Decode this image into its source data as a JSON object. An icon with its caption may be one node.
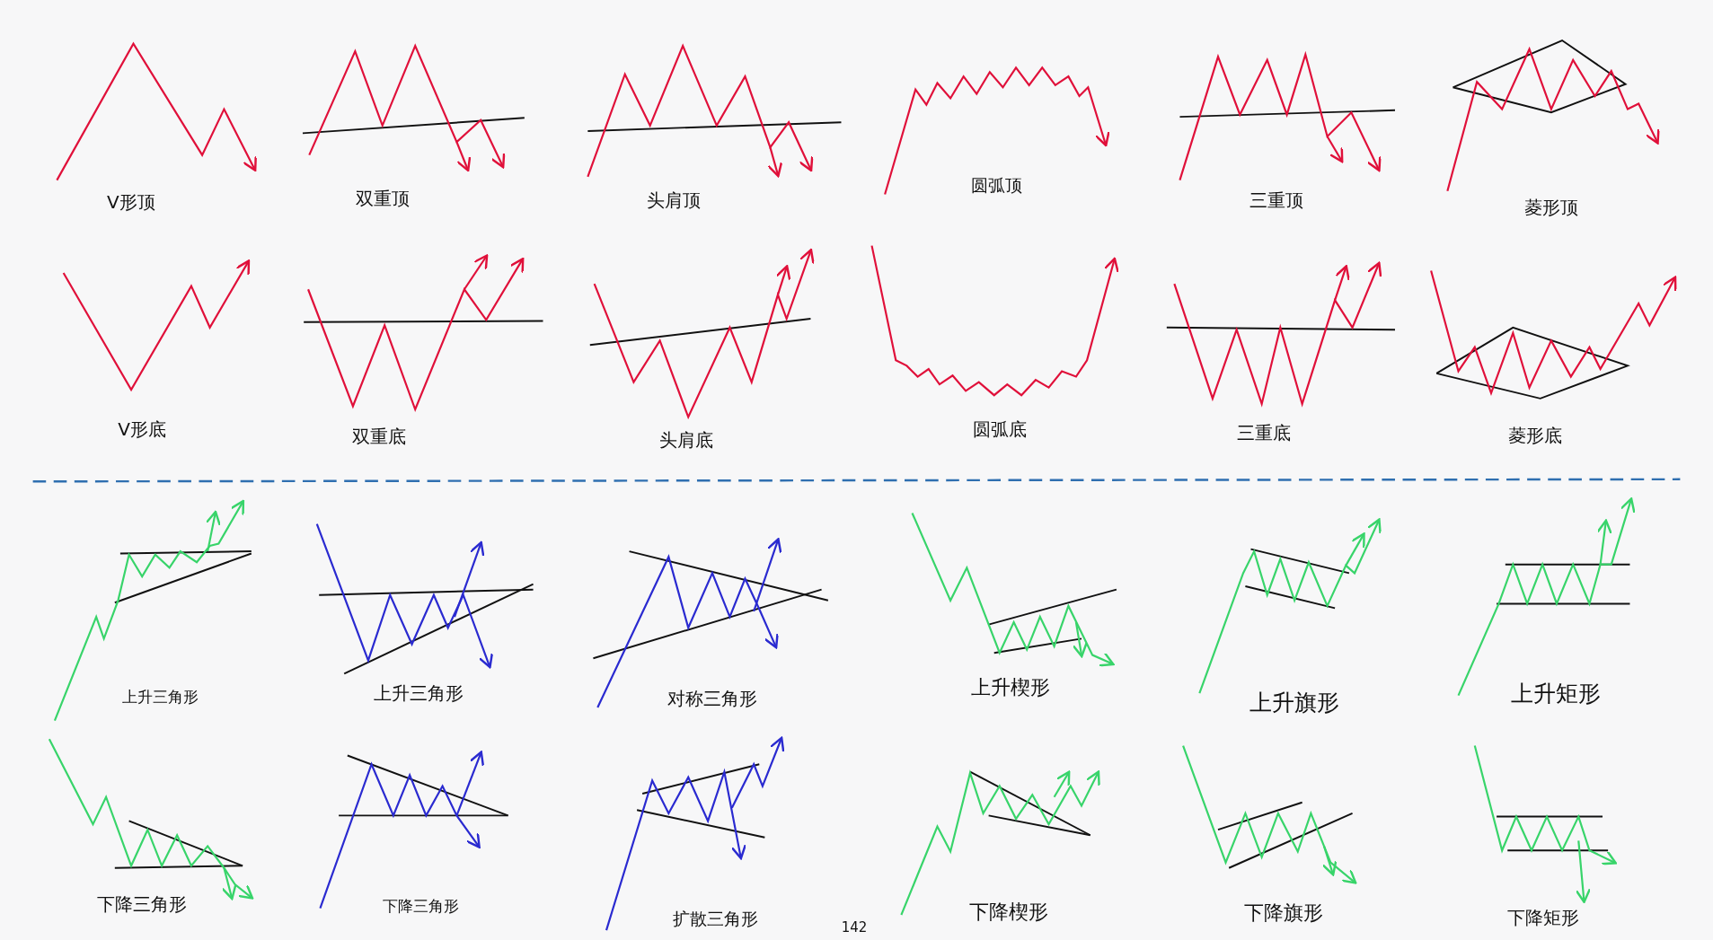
{
  "diagram": {
    "labels": [
      "V形顶",
      "双重顶",
      "头肩顶",
      "圆弧顶",
      "三重顶",
      "菱形顶",
      "V形底",
      "双重底",
      "头肩底",
      "圆弧底",
      "三重底",
      "菱形底",
      "上升三角形",
      "上升三角形",
      "对称三角形",
      "上升楔形",
      "上升旗形",
      "上升矩形",
      "下降三角形",
      "下降三角形",
      "扩散三角形",
      "下降楔形",
      "下降旗形",
      "下降矩形",
      "142"
    ]
  }
}
